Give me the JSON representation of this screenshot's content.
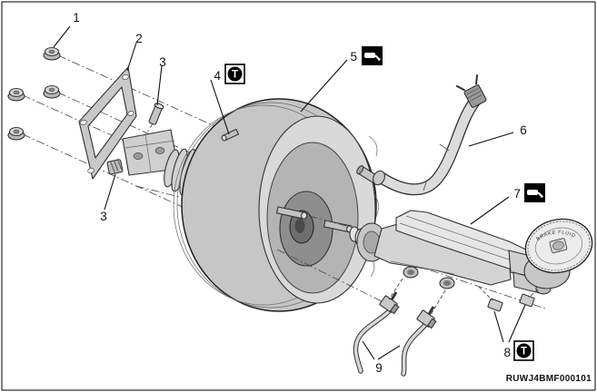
{
  "figure": {
    "code": "RUWJ4BMF000101",
    "reservoir_cap_text": "BRAKE FLUID"
  },
  "icons": {
    "torque_glyph": "T"
  },
  "callouts": {
    "c1": {
      "label": "1"
    },
    "c2": {
      "label": "2"
    },
    "c3a": {
      "label": "3"
    },
    "c3b": {
      "label": "3"
    },
    "c4": {
      "label": "4"
    },
    "c5": {
      "label": "5"
    },
    "c6": {
      "label": "6"
    },
    "c7": {
      "label": "7"
    },
    "c8": {
      "label": "8"
    },
    "c9": {
      "label": "9"
    }
  }
}
